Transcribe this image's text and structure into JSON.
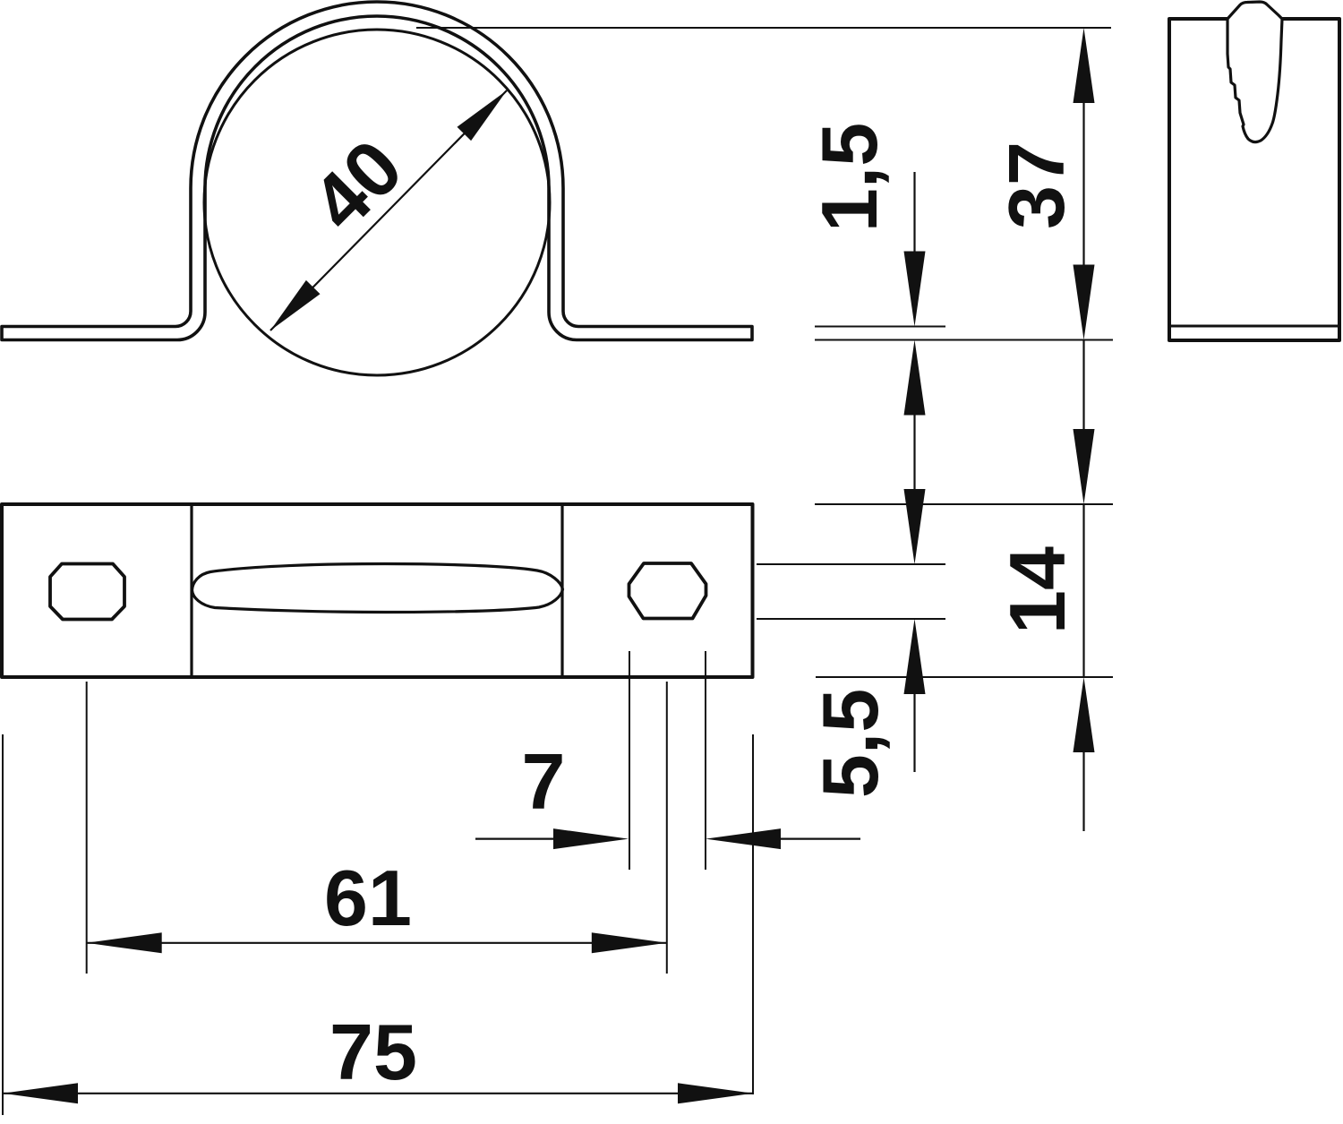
{
  "drawing": {
    "type": "technical-dimension-drawing",
    "background_color": "#ffffff",
    "line_color": "#111111",
    "views": {
      "front_view": "omega pipe clamp profile with pipe cross-section",
      "side_view": "clamp side profile with keyhole slot",
      "top_view": "base strip with two fastening holes and center slot"
    },
    "dimensions": {
      "pipe_diameter": {
        "label": "40"
      },
      "material_thickness": {
        "label": "1,5"
      },
      "overall_height": {
        "label": "37"
      },
      "strap_width": {
        "label": "14"
      },
      "hole_height": {
        "label": "5,5"
      },
      "hole_width": {
        "label": "7"
      },
      "hole_spacing": {
        "label": "61"
      },
      "overall_length": {
        "label": "75"
      }
    }
  }
}
